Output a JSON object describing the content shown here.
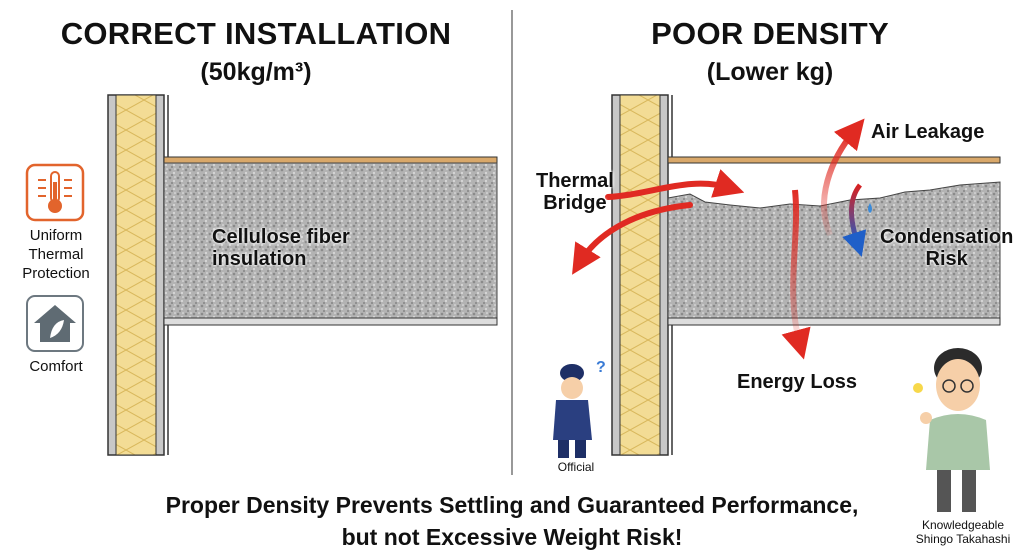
{
  "left_panel": {
    "title": "CORRECT INSTALLATION",
    "subtitle": "(50kg/m³)",
    "insulation_label_line1": "Cellulose fiber",
    "insulation_label_line2": "insulation",
    "benefits": [
      {
        "icon": "thermometer-icon",
        "label_lines": [
          "Uniform",
          "Thermal",
          "Protection"
        ],
        "color": "#e2642c"
      },
      {
        "icon": "house-leaf-icon",
        "label_lines": [
          "Comfort"
        ],
        "color": "#5f6b73"
      }
    ]
  },
  "right_panel": {
    "title": "POOR DENSITY",
    "subtitle": "(Lower kg)",
    "callouts": {
      "thermal_bridge": [
        "Thermal",
        "Bridge"
      ],
      "air_leakage": "Air Leakage",
      "condensation": [
        "Condensation",
        "Risk"
      ],
      "energy_loss": "Energy Loss"
    },
    "official_label": "Official"
  },
  "presenter": {
    "label_line1": "Knowledgeable",
    "label_line2": "Shingo Takahashi"
  },
  "footer": {
    "line1": "Proper Density Prevents Settling and Guaranteed Performance,",
    "line2": "but not Excessive Weight Risk!"
  },
  "colors": {
    "arrow": "#e02a22",
    "insulation": "#f3dc95",
    "cellulose": "#a9a9a9",
    "board": "#d9a86a"
  }
}
